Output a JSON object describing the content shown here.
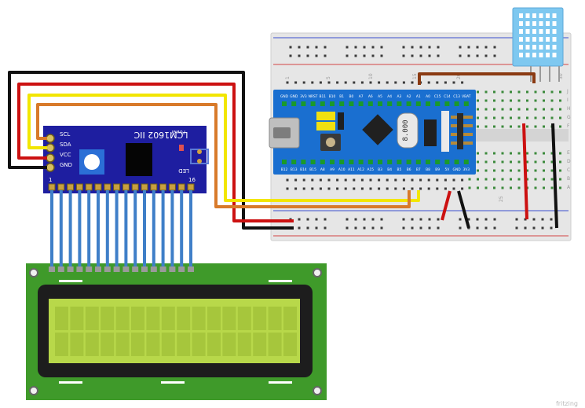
{
  "i2c_module": {
    "title": "LCM1602 IIC",
    "power_label": "Power",
    "led_label": "LED",
    "pin_labels": [
      "SCL",
      "SDA",
      "VCC",
      "GND"
    ],
    "pin1_label": "1",
    "pin16_label": "16",
    "board_color": "#1e1ea0"
  },
  "stm32_board": {
    "top_pins": [
      "GND",
      "GND",
      "3V3",
      "NRST",
      "B11",
      "B10",
      "B1",
      "B0",
      "A7",
      "A6",
      "A5",
      "A4",
      "A3",
      "A2",
      "A1",
      "A0",
      "C15",
      "C14",
      "C13",
      "VBAT"
    ],
    "bottom_pins": [
      "B12",
      "B13",
      "B14",
      "B15",
      "A8",
      "A9",
      "A10",
      "A11",
      "A12",
      "A15",
      "B3",
      "B4",
      "B5",
      "B6",
      "B7",
      "B8",
      "B9",
      "5V",
      "GND",
      "3V3"
    ],
    "crystal_label": "8.000",
    "board_color": "#1a6fd0"
  },
  "breadboard": {
    "column_numbers": [
      "1",
      "5",
      "10",
      "15",
      "20",
      "25",
      "30"
    ],
    "row_letters_top": [
      "J",
      "I",
      "H",
      "G",
      "F"
    ],
    "row_letters_bottom": [
      "E",
      "D",
      "C",
      "B",
      "A"
    ]
  },
  "lcd": {
    "pcb_color": "#3f9a2a",
    "screen_color": "#b8d84a"
  },
  "sensor": {
    "color": "#7ec8f0"
  },
  "watermark": "fritzing",
  "wire_colors": {
    "black": "#111111",
    "red": "#cc1111",
    "yellow": "#f2e600",
    "orange": "#d87a2a",
    "brown": "#8a3a12",
    "blue": "#3f7fc8"
  }
}
